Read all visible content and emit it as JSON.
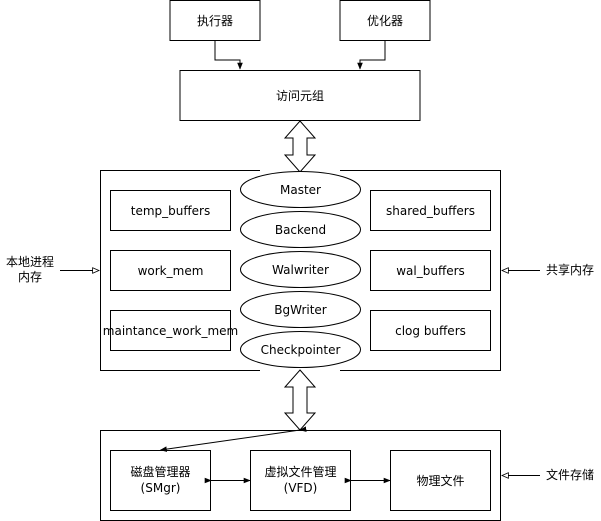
{
  "top": {
    "executor": "执行器",
    "optimizer": "优化器",
    "access_tuple": "访问元组"
  },
  "local_memory": {
    "label_line1": "本地进程",
    "label_line2": "内存",
    "items": [
      "temp_buffers",
      "work_mem",
      "maintance_work_mem"
    ]
  },
  "processes": [
    "Master",
    "Backend",
    "Walwriter",
    "BgWriter",
    "Checkpointer"
  ],
  "shared_memory": {
    "label": "共享内存",
    "items": [
      "shared_buffers",
      "wal_buffers",
      "clog buffers"
    ]
  },
  "storage": {
    "label": "文件存储",
    "smgr_line1": "磁盘管理器",
    "smgr_line2": "(SMgr)",
    "vfd_line1": "虚拟文件管理",
    "vfd_line2": "(VFD)",
    "physical": "物理文件"
  }
}
